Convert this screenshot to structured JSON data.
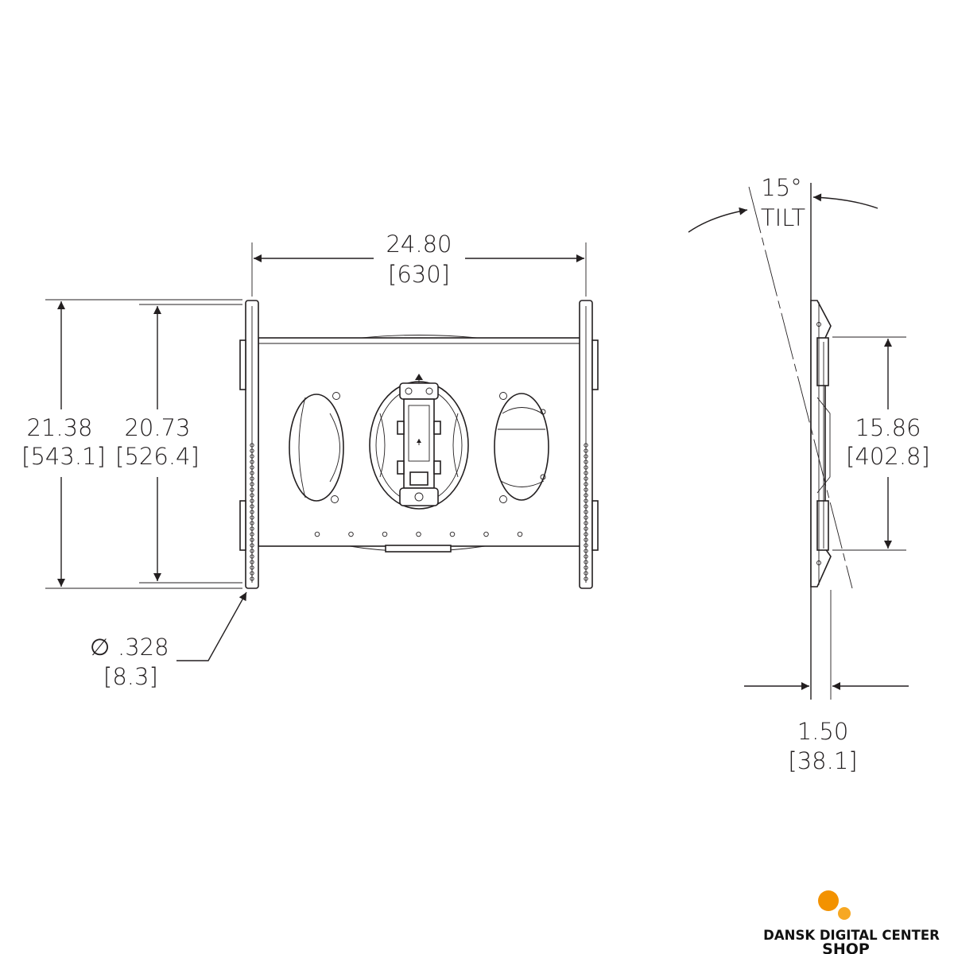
{
  "dimensions": {
    "width": {
      "inch": "24.80",
      "mm": "630"
    },
    "overall_height": {
      "inch": "21.38",
      "mm": "543.1"
    },
    "rail_height": {
      "inch": "20.73",
      "mm": "526.4"
    },
    "hole_diameter": {
      "symbol": "∅",
      "inch": ".328",
      "mm": "8.3"
    },
    "tilt": {
      "angle": "15°",
      "label": "TILT"
    },
    "side_height": {
      "inch": "15.86",
      "mm": "402.8"
    },
    "depth": {
      "inch": "1.50",
      "mm": "38.1"
    }
  },
  "logo": {
    "line1": "DANSK DIGITAL CENTER",
    "line2": "SHOP",
    "dot_color": "#f39200",
    "dot_color_light": "#f7a823"
  },
  "accent_color": "#8a7fd0"
}
